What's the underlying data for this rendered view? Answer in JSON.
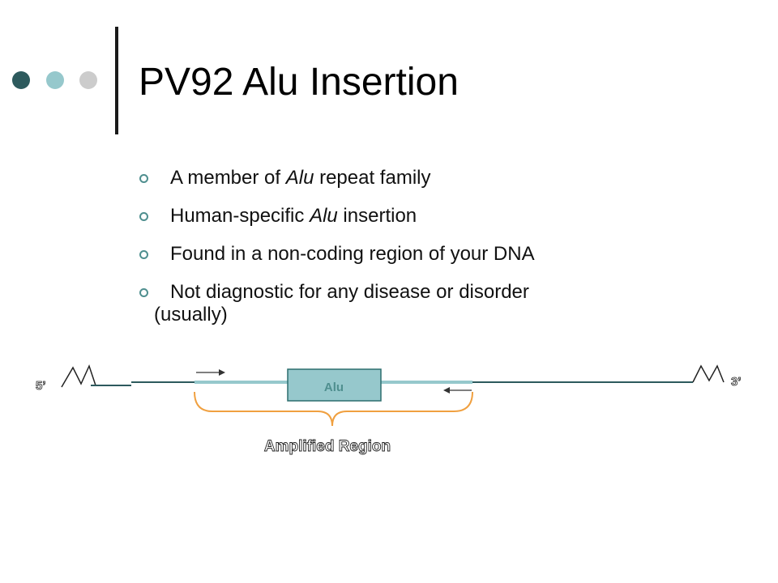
{
  "colors": {
    "dot_dark": "#2d5a5d",
    "dot_teal": "#96c8cc",
    "dot_light": "#cccccc",
    "accent": "#4f8f8f",
    "alu_fill": "#96c8cc",
    "alu_border": "#2d6e6e",
    "alu_text": "#4f8f8f",
    "brace": "#f0a040"
  },
  "slide": {
    "title": "PV92 Alu Insertion",
    "bullets": [
      {
        "pre": "A member of ",
        "em": "Alu",
        "post": " repeat family",
        "cont": ""
      },
      {
        "pre": "Human-specific ",
        "em": "Alu",
        "post": " insertion",
        "cont": ""
      },
      {
        "pre": "Found in a non-coding region of your DNA",
        "em": "",
        "post": "",
        "cont": ""
      },
      {
        "pre": "Not diagnostic for any disease or disorder",
        "em": "",
        "post": "",
        "cont": "(usually)"
      }
    ]
  },
  "diagram": {
    "label_5prime": "5’",
    "label_3prime": "3’",
    "alu_label": "Alu",
    "amplified_label": "Amplified Region"
  }
}
